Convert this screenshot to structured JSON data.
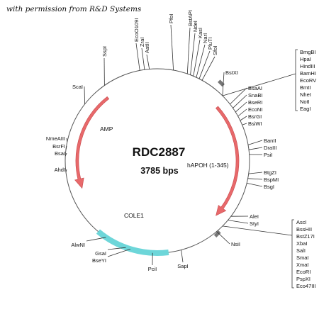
{
  "credit": "with permission from R&D Systems",
  "plasmid": {
    "name": "RDC2887",
    "size": "3785 bps"
  },
  "features": {
    "amp": "AMP",
    "hapoh": "hAPOH (1-345)",
    "cole1": "COLE1"
  },
  "colors": {
    "arrow": "#e8696b",
    "ori": "#6dd6d9",
    "circle": "#555555",
    "marker": "#777777"
  },
  "sites": {
    "left": [
      "ScaI",
      "NmeAIII",
      "BsrFI",
      "BsaI",
      "AhdI"
    ],
    "top": [
      "SspI",
      "EcoO109I",
      "ZraI",
      "AatII",
      "PfoI",
      "BstAPI",
      "NdeI",
      "KasI",
      "NarI",
      "PluTI",
      "SfoI"
    ],
    "right": [
      "BstXI",
      "BsaAI",
      "SnaBI",
      "BseRI",
      "EcoNI",
      "BsrGI",
      "BsiWI",
      "BanII",
      "DraIII",
      "PsiI",
      "BtgZI",
      "BspMI",
      "BsgI",
      "AleI",
      "StyI",
      "NsiI"
    ],
    "bottom": [
      "AlwNI",
      "GsaI",
      "BseYI",
      "PciI",
      "SapI"
    ],
    "box_top": [
      "BmgBI",
      "HpaI",
      "HindIII",
      "BamHI",
      "EcoRV",
      "BmtI",
      "NheI",
      "NotI",
      "EagI"
    ],
    "box_bottom": [
      "AscI",
      "BssHII",
      "BstZ17I",
      "XbaI",
      "SalI",
      "SmaI",
      "XmaI",
      "EcoRI",
      "PspXI",
      "Eco47III"
    ]
  }
}
